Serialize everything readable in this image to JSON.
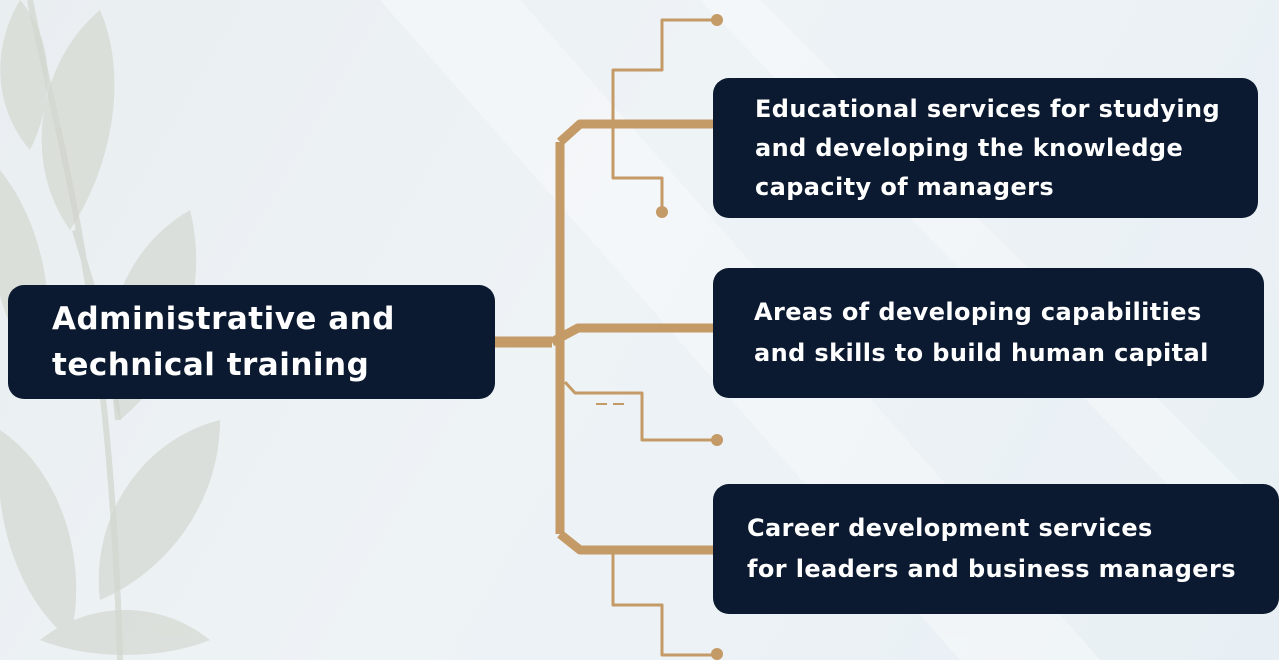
{
  "root": {
    "label": "Administrative and\ntechnical training"
  },
  "branches": [
    {
      "label": "Educational services for studying\nand developing the knowledge\ncapacity of managers"
    },
    {
      "label": "Areas of developing capabilities\nand skills to build human capital"
    },
    {
      "label": "Career development services\nfor leaders and business managers"
    }
  ],
  "colors": {
    "box_fill": "#0b1a30",
    "box_text": "#ffffff",
    "connector": "#c49a66",
    "leaf_decor": "#d8dcd6"
  }
}
